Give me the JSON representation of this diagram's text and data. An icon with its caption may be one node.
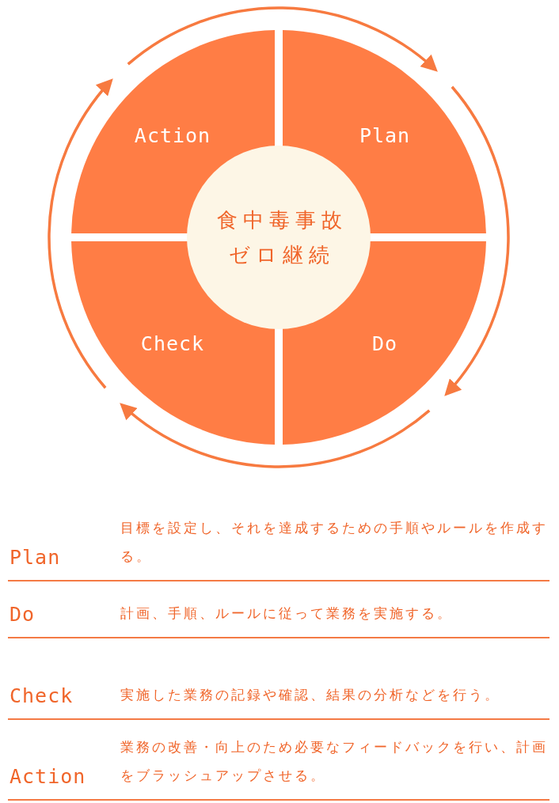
{
  "diagram": {
    "nodes": [
      {
        "text": [
          "Plan"
        ]
      },
      {
        "text": [
          "Do"
        ]
      },
      {
        "text": [
          "Check"
        ]
      },
      {
        "text": [
          "Action"
        ]
      },
      {
        "text": [
          "食中毒事故ゼロ継続"
        ]
      }
    ],
    "edges": [
      {
        "from": 3,
        "to": 0,
        "arrow": "to"
      },
      {
        "from": 0,
        "to": 1,
        "arrow": "to"
      },
      {
        "from": 1,
        "to": 2,
        "arrow": "to"
      },
      {
        "from": 2,
        "to": 3,
        "arrow": "to"
      }
    ],
    "labels": [
      "Plan",
      "目標を設定し、それを達成するための手順やルールを作成する。",
      "Do",
      "計画、手順、ルールに従って業務を実施する。",
      "Check",
      "実施した業務の記録や確認、結果の分析などを行う。",
      "Action",
      "業務の改善・向上のため必要なフィードバックを行い、計画をブラッシュアップさせる。"
    ]
  }
}
